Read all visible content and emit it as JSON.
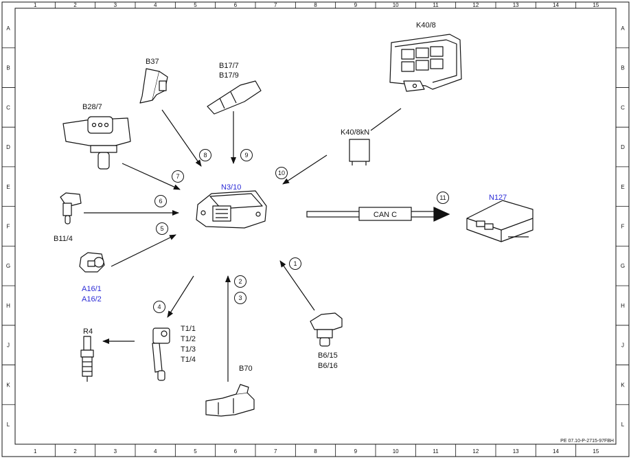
{
  "grid": {
    "columns": [
      "1",
      "2",
      "3",
      "4",
      "5",
      "6",
      "7",
      "8",
      "9",
      "10",
      "11",
      "12",
      "13",
      "14",
      "15"
    ],
    "rows": [
      "A",
      "B",
      "C",
      "D",
      "E",
      "F",
      "G",
      "H",
      "J",
      "K",
      "L"
    ]
  },
  "components": {
    "k40_8": "K40/8",
    "k40_8kn": "K40/8kN",
    "b37": "B37",
    "b17_7": "B17/7",
    "b17_9": "B17/9",
    "b28_7": "B28/7",
    "n3_10": "N3/10",
    "b11_4": "B11/4",
    "a16_1": "A16/1",
    "a16_2": "A16/2",
    "n127": "N127",
    "r4": "R4",
    "t1_1": "T1/1",
    "t1_2": "T1/2",
    "t1_3": "T1/3",
    "t1_4": "T1/4",
    "b70": "B70",
    "b6_15": "B6/15",
    "b6_16": "B6/16"
  },
  "bus_label": "CAN C",
  "steps": [
    "1",
    "2",
    "3",
    "4",
    "5",
    "6",
    "7",
    "8",
    "9",
    "10",
    "11"
  ],
  "footer_ref": "PE 07.10-P-2715-97FBH",
  "colors": {
    "line": "#111111",
    "highlight": "#2a2ad6",
    "background": "#ffffff"
  }
}
